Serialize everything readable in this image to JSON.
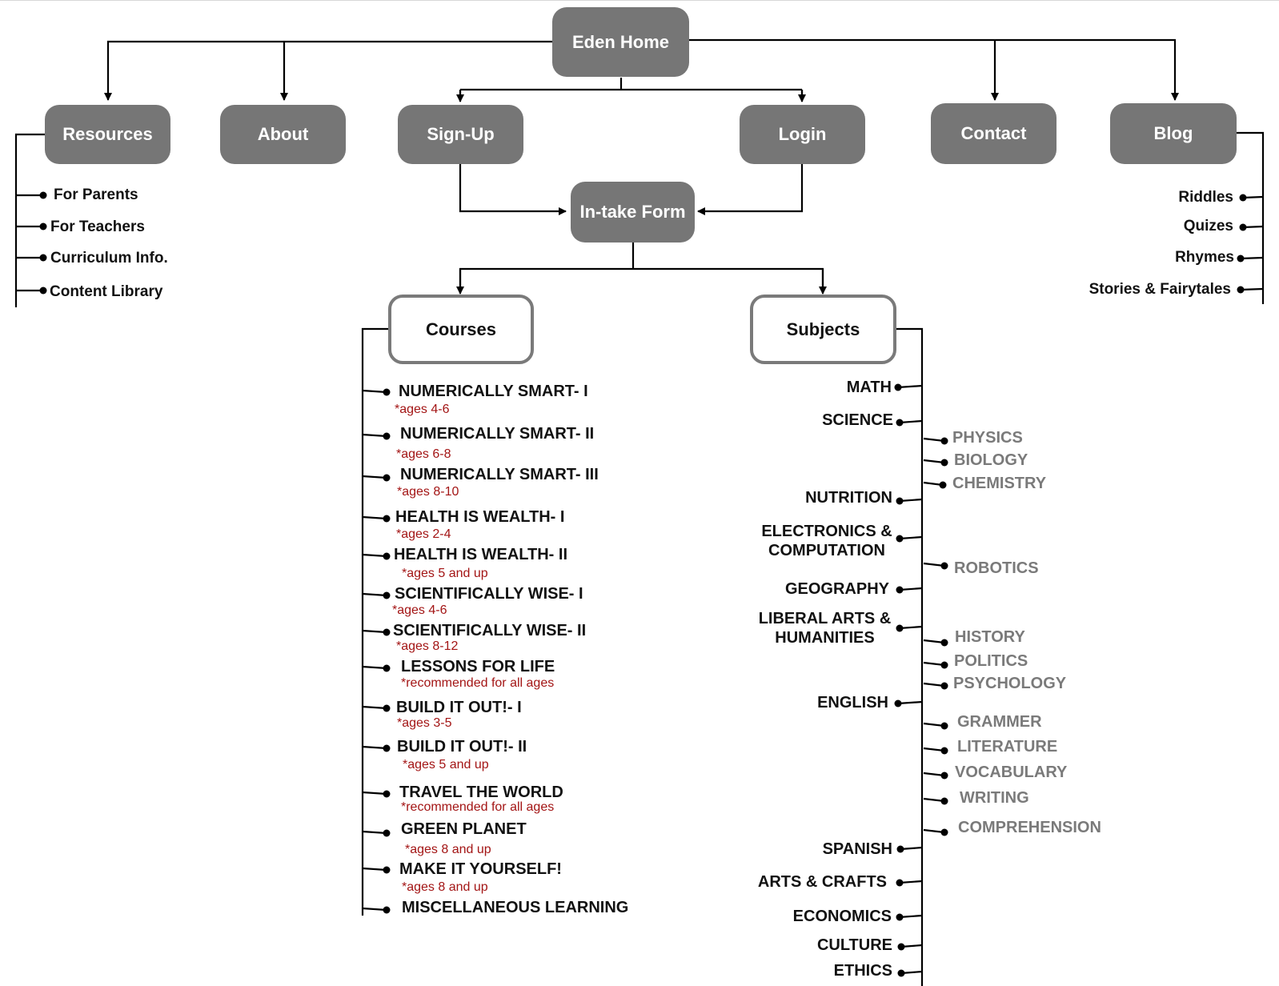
{
  "root": "Eden Home",
  "top_nav": {
    "resources": "Resources",
    "about": "About",
    "signup": "Sign-Up",
    "login": "Login",
    "contact": "Contact",
    "blog": "Blog"
  },
  "intake": "In-take Form",
  "resources_items": [
    "For Parents",
    "For Teachers",
    "Curriculum Info.",
    "Content Library"
  ],
  "blog_items": [
    "Riddles",
    "Quizes",
    "Rhymes",
    "Stories & Fairytales"
  ],
  "courses": {
    "label": "Courses",
    "items": [
      {
        "name": "NUMERICALLY SMART- I",
        "note": "*ages 4-6"
      },
      {
        "name": "NUMERICALLY SMART- II",
        "note": "*ages 6-8"
      },
      {
        "name": "NUMERICALLY SMART- III",
        "note": "*ages 8-10"
      },
      {
        "name": "HEALTH IS WEALTH- I",
        "note": "*ages 2-4"
      },
      {
        "name": "HEALTH IS WEALTH- II",
        "note": "*ages 5 and up"
      },
      {
        "name": "SCIENTIFICALLY WISE- I",
        "note": "*ages 4-6"
      },
      {
        "name": "SCIENTIFICALLY WISE- II",
        "note": "*ages 8-12"
      },
      {
        "name": "LESSONS FOR LIFE",
        "note": "*recommended for all ages"
      },
      {
        "name": "BUILD IT OUT!- I",
        "note": "*ages 3-5"
      },
      {
        "name": "BUILD IT OUT!- II",
        "note": "*ages 5 and up"
      },
      {
        "name": "TRAVEL THE WORLD",
        "note": "*recommended for all ages"
      },
      {
        "name": "GREEN PLANET",
        "note": "*ages 8 and up"
      },
      {
        "name": "MAKE IT YOURSELF!",
        "note": "*ages 8 and up"
      },
      {
        "name": "MISCELLANEOUS LEARNING",
        "note": ""
      }
    ]
  },
  "subjects": {
    "label": "Subjects",
    "items": [
      {
        "name": "MATH"
      },
      {
        "name": "SCIENCE",
        "sub": [
          "PHYSICS",
          "BIOLOGY",
          "CHEMISTRY"
        ]
      },
      {
        "name": "NUTRITION"
      },
      {
        "name": "ELECTRONICS & COMPUTATION",
        "lines": [
          "ELECTRONICS &",
          "COMPUTATION"
        ],
        "sub": [
          "ROBOTICS"
        ]
      },
      {
        "name": "GEOGRAPHY"
      },
      {
        "name": "LIBERAL ARTS & HUMANITIES",
        "lines": [
          "LIBERAL ARTS &",
          "HUMANITIES"
        ],
        "sub": [
          "HISTORY",
          "POLITICS",
          "PSYCHOLOGY"
        ]
      },
      {
        "name": "ENGLISH",
        "sub": [
          "GRAMMER",
          "LITERATURE",
          "VOCABULARY",
          "WRITING",
          "COMPREHENSION"
        ]
      },
      {
        "name": "SPANISH"
      },
      {
        "name": "ARTS & CRAFTS"
      },
      {
        "name": "ECONOMICS"
      },
      {
        "name": "CULTURE"
      },
      {
        "name": "ETHICS"
      }
    ]
  },
  "colors": {
    "node_fill": "#767676",
    "node_border": "#7a7a7a",
    "line": "#000000",
    "note_text": "#a31515",
    "sub_text": "#7a7a7a"
  }
}
